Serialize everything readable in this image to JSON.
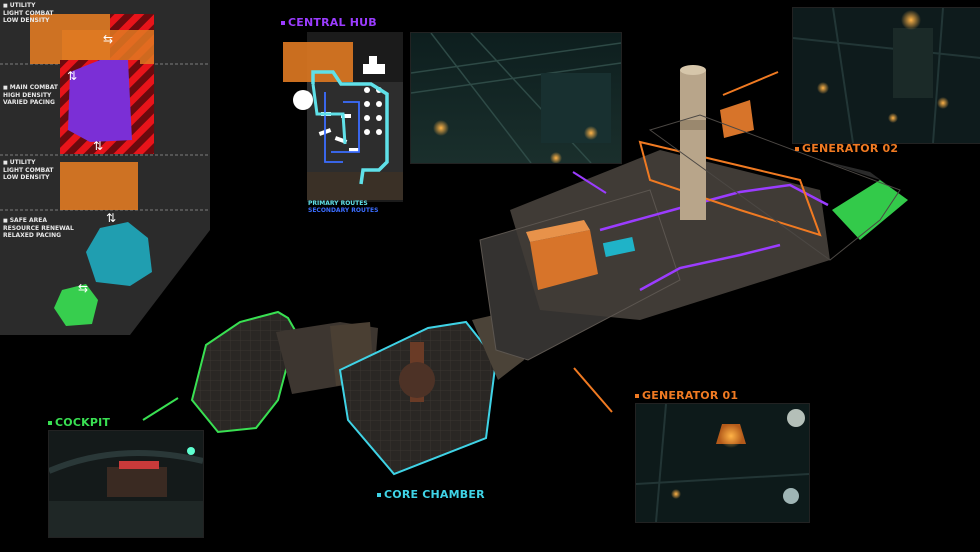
{
  "legend": {
    "zones": [
      {
        "lines": [
          "UTILITY",
          "LIGHT COMBAT",
          "LOW DENSITY"
        ],
        "color": "#e07a22"
      },
      {
        "lines": [
          "MAIN COMBAT",
          "HIGH DENSITY",
          "VARIED PACING"
        ],
        "color": "#7b2fd6"
      },
      {
        "lines": [
          "UTILITY",
          "LIGHT COMBAT",
          "LOW DENSITY"
        ],
        "color": "#e07a22"
      },
      {
        "lines": [
          "SAFE AREA",
          "RESOURCE RENEWAL",
          "RELAXED PACING"
        ],
        "color": "#1fb3c8"
      }
    ]
  },
  "hub_map": {
    "primary_routes": "PRIMARY ROUTES",
    "secondary_routes": "SECONDARY ROUTES",
    "primary_color": "#5fe0e8",
    "secondary_color": "#3b6dff"
  },
  "labels": {
    "central_hub": "CENTRAL HUB",
    "generator_02": "GENERATOR 02",
    "generator_01": "GENERATOR 01",
    "cockpit": "COCKPIT",
    "core_chamber": "CORE CHAMBER"
  },
  "colors": {
    "central_hub": "#9b3cff",
    "generator": "#f07a22",
    "cockpit": "#39e052",
    "core_chamber": "#3fd3e6",
    "hazard_red": "#e8141a"
  }
}
